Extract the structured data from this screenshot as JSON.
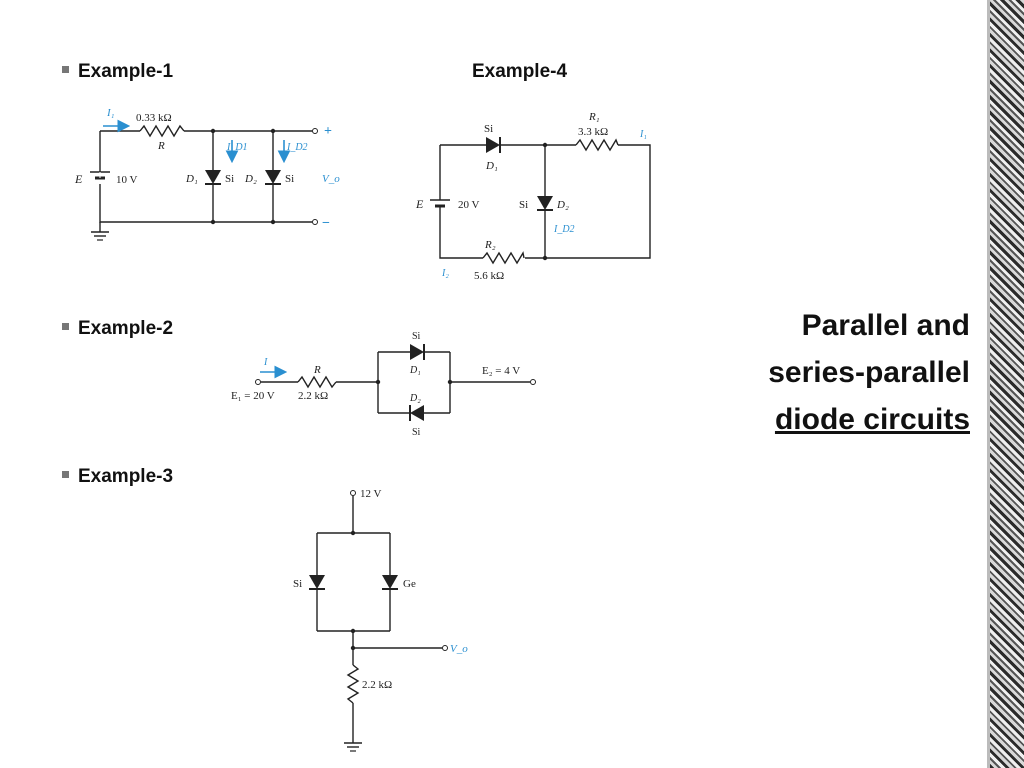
{
  "bullets": {
    "ex1": "Example-1",
    "ex2": "Example-2",
    "ex3": "Example-3",
    "ex4": "Example-4"
  },
  "title": {
    "line1": "Parallel and",
    "line2": "series-parallel",
    "line3": "diode circuits"
  },
  "circuit1": {
    "current_label": "I₁",
    "resistor_value": "0.33 kΩ",
    "resistor_name": "R",
    "source_label": "E",
    "source_value": "10 V",
    "d1_label": "D₁",
    "d1_type": "Si",
    "d2_label": "D₂",
    "d2_type": "Si",
    "id1_label": "I_D1",
    "id2_label": "I_D2",
    "plus": "+",
    "minus": "−",
    "output_label": "V_o"
  },
  "circuit4": {
    "d1_type": "Si",
    "d1_label": "D₁",
    "r1_name": "R₁",
    "r1_value": "3.3 kΩ",
    "i1_label": "I₁",
    "source_label": "E",
    "source_value": "20 V",
    "d2_type": "Si",
    "d2_label": "D₂",
    "id2_label": "I_D2",
    "r2_name": "R₂",
    "r2_value": "5.6 kΩ",
    "i2_label": "I₂"
  },
  "circuit2": {
    "current_label": "I",
    "resistor_name": "R",
    "resistor_value": "2.2 kΩ",
    "e1_label": "E₁ = 20 V",
    "e2_label": "E₂ = 4 V",
    "d1_type": "Si",
    "d1_label": "D₁",
    "d2_label": "D₂",
    "d2_type": "Si"
  },
  "circuit3": {
    "supply": "12 V",
    "left_diode": "Si",
    "right_diode": "Ge",
    "output_label": "V_o",
    "resistor_value": "2.2  kΩ"
  }
}
